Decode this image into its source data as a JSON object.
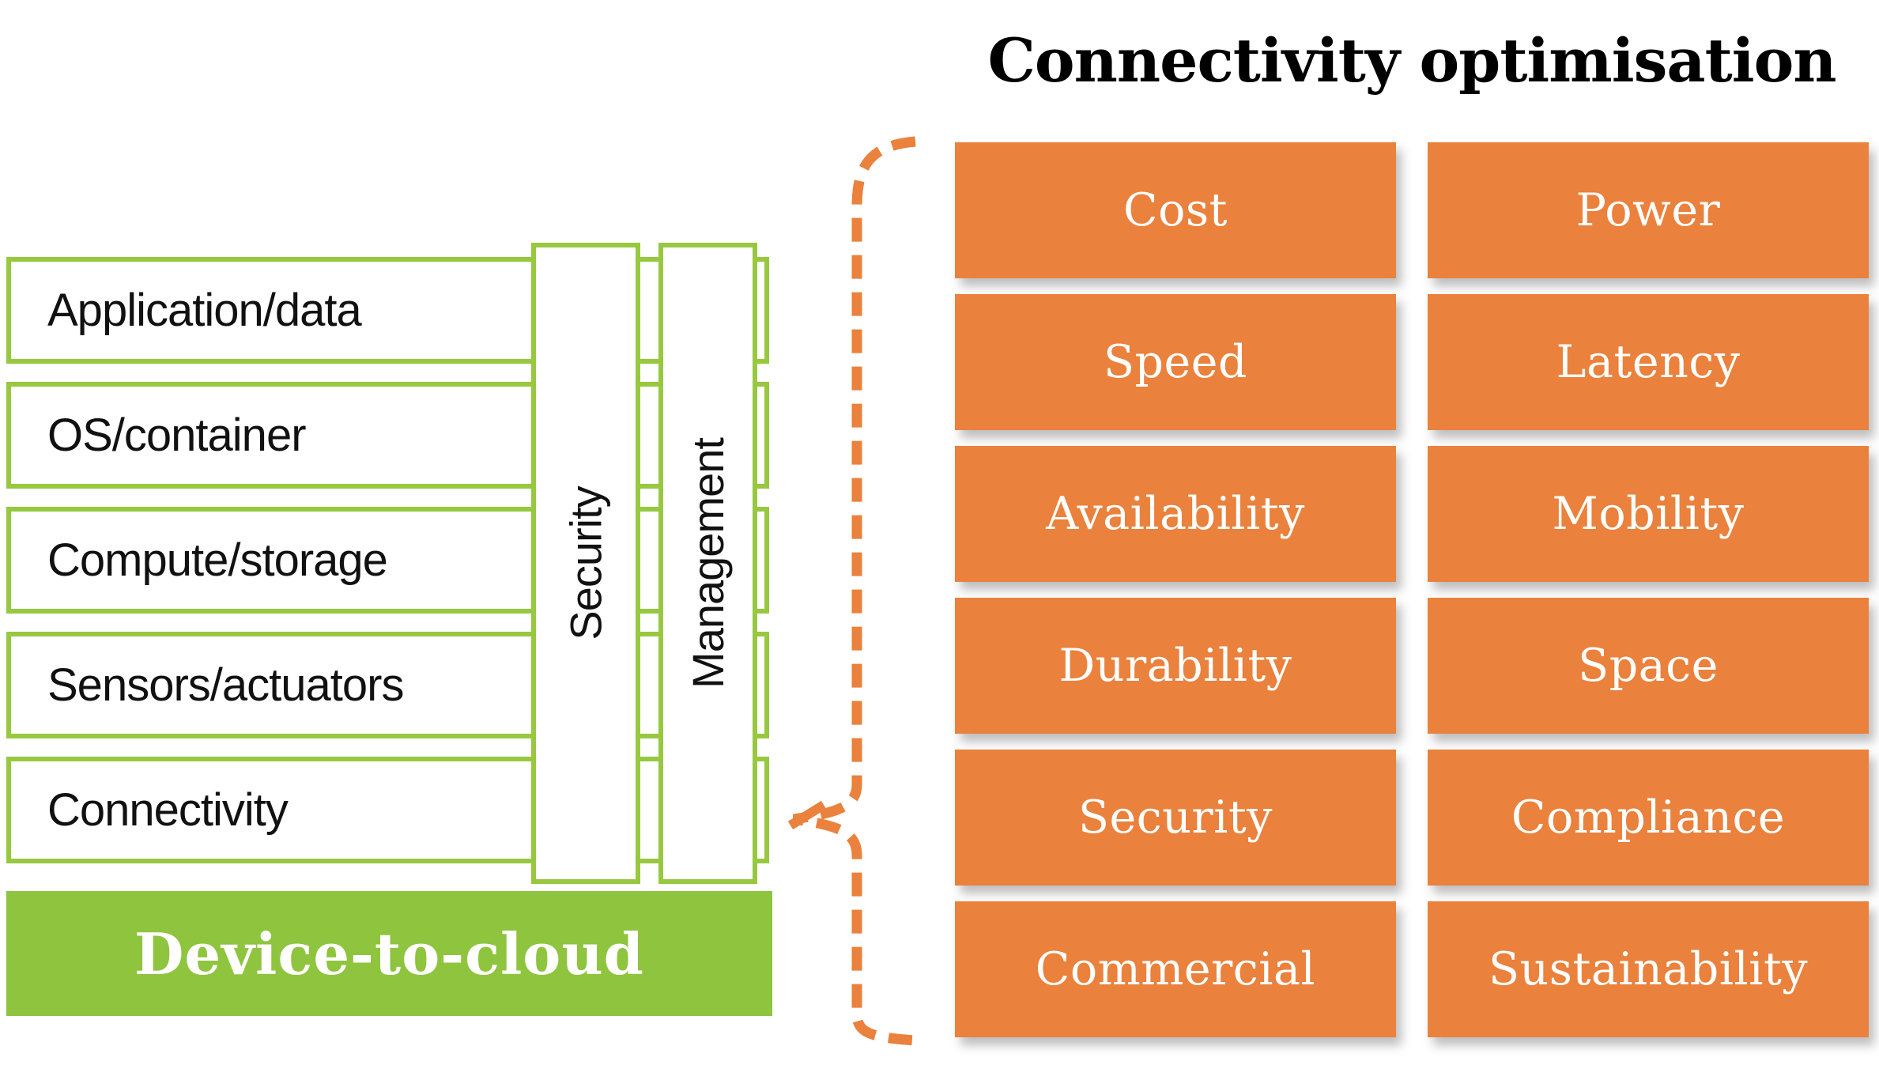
{
  "title": "Connectivity optimisation",
  "stack": {
    "layers": [
      "Application/data",
      "OS/container",
      "Compute/storage",
      "Sensors/actuators",
      "Connectivity"
    ],
    "bars": [
      "Security",
      "Management"
    ],
    "base_label": "Device-to-cloud"
  },
  "optimisation": {
    "factors": [
      "Cost",
      "Power",
      "Speed",
      "Latency",
      "Availability",
      "Mobility",
      "Durability",
      "Space",
      "Security",
      "Compliance",
      "Commercial",
      "Sustainability"
    ]
  },
  "colors": {
    "green": "#8FC43F",
    "green-border": "#97C83F",
    "orange": "#EA813C",
    "text-dark": "#111111",
    "text-light": "#FFFFFF"
  }
}
